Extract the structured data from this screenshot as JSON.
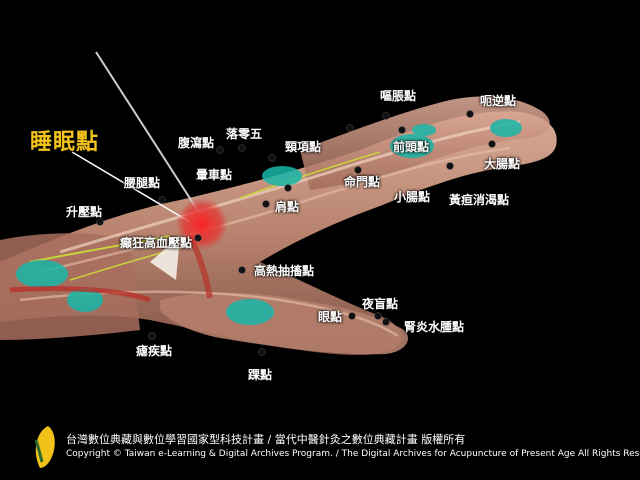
{
  "title": "睡眠點",
  "points": {
    "ouzhang": "嘔脹點",
    "enni": "呃逆點",
    "luoling": "落零五",
    "fuxie": "腹瀉點",
    "jingxiang": "頸項點",
    "qiantou": "前頭點",
    "dachang": "大腸點",
    "yundian": "暈車點",
    "mingmen": "命門點",
    "xiaochang": "小腸點",
    "huangdan": "黃疸消渴點",
    "yaotui": "腰腿點",
    "jian": "肩點",
    "shengya": "升壓點",
    "diankuang": "癲狂高血壓點",
    "gaore": "高熱抽搐點",
    "yemang": "夜盲點",
    "yan": "眼點",
    "shenyan": "腎炎水腫點",
    "nueji": "瘧疾點",
    "huai": "踝點"
  },
  "footer": {
    "line1": "台灣數位典藏與數位學習國家型科技計畫 / 當代中醫針灸之數位典藏計畫 版權所有",
    "line2": "Copyright © Taiwan e-Learning & Digital Archives Program. / The Digital Archives for Acupuncture of Present Age All Rights Reserved."
  },
  "colors": {
    "background": "#000000",
    "title": "#f2c21b",
    "highlight": "#e53030",
    "label": "#ffffff"
  }
}
